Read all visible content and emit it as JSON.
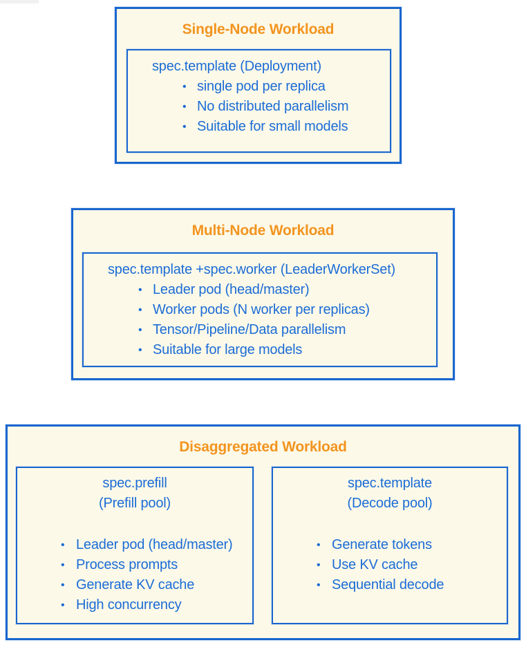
{
  "colors": {
    "border_blue": "#1966CE",
    "text_blue": "#1B6CD6",
    "title_orange": "#F2941F",
    "box_fill": "#FDF9E8",
    "page_background": "#FFFFFF"
  },
  "boxes": [
    {
      "title": "Single-Node Workload",
      "sections": [
        {
          "heading": "spec.template (Deployment)",
          "bullets": [
            "single pod per replica",
            "No distributed parallelism",
            "Suitable for small models"
          ]
        }
      ]
    },
    {
      "title": "Multi-Node Workload",
      "sections": [
        {
          "heading": "spec.template +spec.worker (LeaderWorkerSet)",
          "bullets": [
            "Leader pod (head/master)",
            "Worker pods (N worker per replicas)",
            "Tensor/Pipeline/Data parallelism",
            "Suitable for large models"
          ]
        }
      ]
    },
    {
      "title": "Disaggregated Workload",
      "sections": [
        {
          "heading": "spec.prefill",
          "subheading": "(Prefill pool)",
          "bullets": [
            "Leader pod (head/master)",
            "Process prompts",
            "Generate KV cache",
            "High concurrency"
          ]
        },
        {
          "heading": "spec.template",
          "subheading": "(Decode pool)",
          "bullets": [
            "Generate tokens",
            "Use KV cache",
            "Sequential decode"
          ]
        }
      ]
    }
  ]
}
